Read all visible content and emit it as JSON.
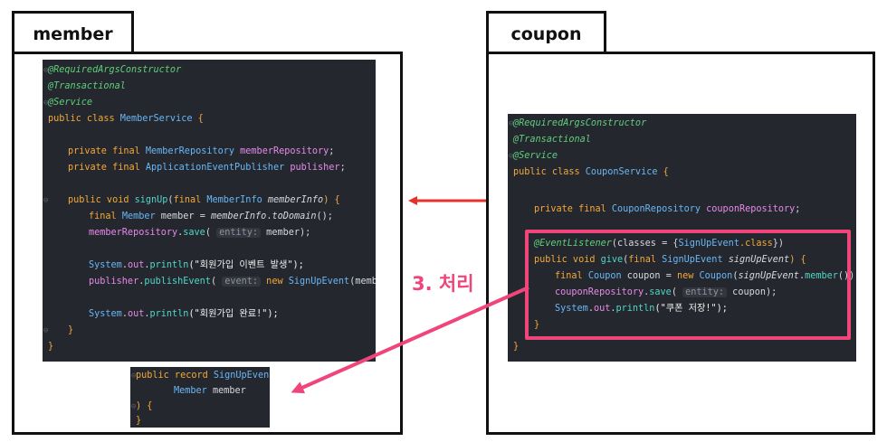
{
  "member": {
    "title": "member",
    "service": {
      "a1": "@RequiredArgsConstructor",
      "a2": "@Transactional",
      "a3": "@Service",
      "decl_kw": "public class ",
      "decl_name": "MemberService",
      "decl_end": " {",
      "f1_kw": "private final ",
      "f1_type": "MemberRepository",
      "f1_name": "memberRepository",
      "f1_end": ";",
      "f2_kw": "private final ",
      "f2_type": "ApplicationEventPublisher",
      "f2_name": "publisher",
      "f2_end": ";",
      "m_kw": "public void ",
      "m_name": "signUp",
      "m_open": "(",
      "m_pkw": "final ",
      "m_ptype": "MemberInfo",
      "m_pname": "memberInfo",
      "m_close": ") {",
      "l1_kw": "final ",
      "l1_type": "Member",
      "l1_var": " member = ",
      "l1_obj": "memberInfo",
      "l1_dot": ".",
      "l1_call": "toDomain",
      "l1_end": "();",
      "l2_obj": "memberRepository",
      "l2_dot": ".",
      "l2_call": "save",
      "l2_open": "( ",
      "l2_hint": "entity:",
      "l2_arg": " member);",
      "l3_obj": "System",
      "l3_dot": ".",
      "l3_fld": "out",
      "l3_dot2": ".",
      "l3_call": "println",
      "l3_str": "(\"회원가입 이벤트 발생\");",
      "l4_obj": "publisher",
      "l4_dot": ".",
      "l4_call": "publishEvent",
      "l4_open": "( ",
      "l4_hint": "event:",
      "l4_kw": " new ",
      "l4_type": "SignUpEvent",
      "l4_arg": "(member));",
      "l5_obj": "System",
      "l5_dot": ".",
      "l5_fld": "out",
      "l5_dot2": ".",
      "l5_call": "println",
      "l5_str": "(\"회원가입 완료!\");",
      "close1": "}",
      "close2": "}"
    },
    "record": {
      "r1_kw": "public record ",
      "r1_name": "SignUpEvent",
      "r1_end": "(",
      "r2_type": "Member",
      "r2_name": " member",
      "r3": ") {",
      "r4": "}"
    }
  },
  "coupon": {
    "title": "coupon",
    "service": {
      "a1": "@RequiredArgsConstructor",
      "a2": "@Transactional",
      "a3": "@Service",
      "decl_kw": "public class ",
      "decl_name": "CouponService",
      "decl_end": " {",
      "f1_kw": "private final ",
      "f1_type": "CouponRepository",
      "f1_name": "couponRepository",
      "f1_end": ";",
      "h_ann": "@EventListener",
      "h_open": "(classes = {",
      "h_type": "SignUpEvent",
      "h_cls": ".class",
      "h_close": "})",
      "m_kw": "public void ",
      "m_name": "give",
      "m_open": "(",
      "m_pkw": "final ",
      "m_ptype": "SignUpEvent",
      "m_pname": "signUpEvent",
      "m_close": ") {",
      "l1_kw": "final ",
      "l1_type": "Coupon",
      "l1_var": " coupon = ",
      "l1_kw2": "new ",
      "l1_type2": "Coupon",
      "l1_open": "(",
      "l1_obj": "signUpEvent",
      "l1_dot": ".",
      "l1_call": "member",
      "l1_end": "());",
      "l2_obj": "couponRepository",
      "l2_dot": ".",
      "l2_call": "save",
      "l2_open": "( ",
      "l2_hint": "entity:",
      "l2_arg": " coupon);",
      "l3_obj": "System",
      "l3_dot": ".",
      "l3_fld": "out",
      "l3_dot2": ".",
      "l3_call": "println",
      "l3_str": "(\"쿠폰 저장!\");",
      "close1": "}",
      "close2": "}"
    }
  },
  "flow": {
    "step_label": "3. 처리"
  },
  "colors": {
    "arrow_red": "#e8302a",
    "arrow_pink": "#f0457a",
    "highlight": "#f0457a"
  }
}
